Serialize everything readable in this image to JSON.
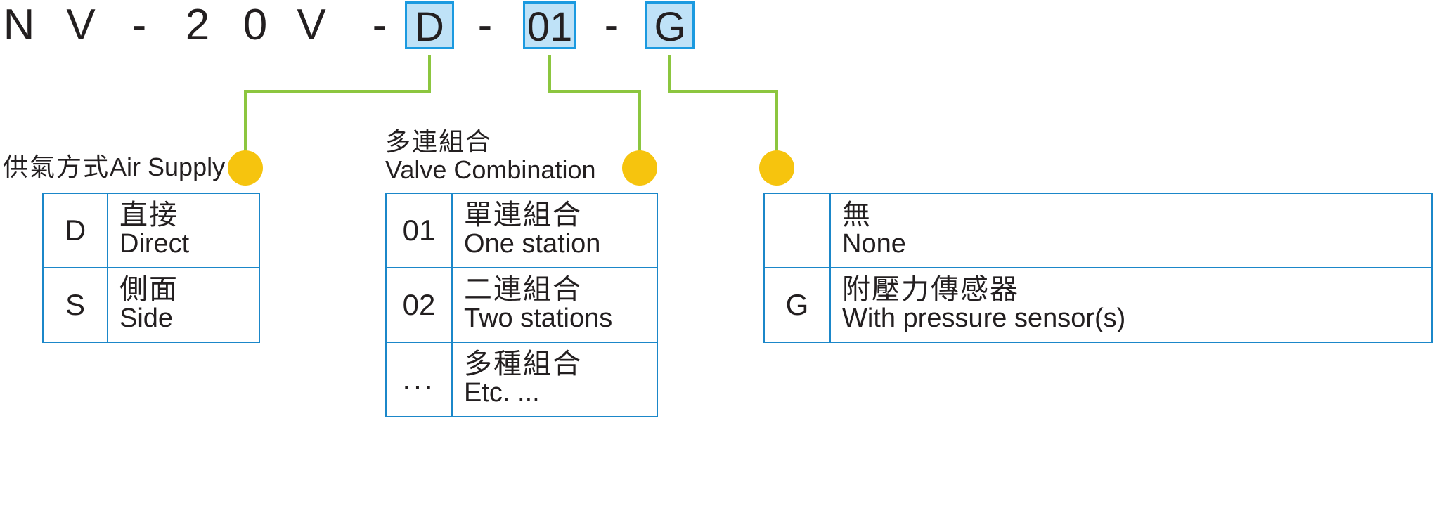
{
  "diagram": {
    "title": "NV-20V Model Code Ordering Diagram",
    "accent_blue": "#1b9ae0",
    "box_fill": "#bfe2f7",
    "table_border": "#1b87c9",
    "leader_green": "#8cc63f",
    "dot_yellow": "#f6c40e",
    "text_color": "#231f20"
  },
  "model_code": {
    "segments": [
      {
        "text": "N",
        "highlighted": false
      },
      {
        "text": "V",
        "highlighted": false
      },
      {
        "text": "-",
        "highlighted": false
      },
      {
        "text": "2",
        "highlighted": false
      },
      {
        "text": "0",
        "highlighted": false
      },
      {
        "text": "V",
        "highlighted": false
      },
      {
        "text": "-",
        "highlighted": false
      },
      {
        "text": "D",
        "highlighted": true
      },
      {
        "text": "-",
        "highlighted": false
      },
      {
        "text": "01",
        "highlighted": true
      },
      {
        "text": "-",
        "highlighted": false
      },
      {
        "text": "G",
        "highlighted": true
      }
    ]
  },
  "groups": [
    {
      "id": "air-supply",
      "label_cn": "供氣方式",
      "label_en": "Air Supply",
      "label_inline": true,
      "rows": [
        {
          "code": "D",
          "cn": "直接",
          "en": "Direct"
        },
        {
          "code": "S",
          "cn": "側面",
          "en": "Side"
        }
      ]
    },
    {
      "id": "valve-combination",
      "label_cn": "多連組合",
      "label_en": "Valve Combination",
      "label_inline": false,
      "rows": [
        {
          "code": "01",
          "cn": "單連組合",
          "en": "One station"
        },
        {
          "code": "02",
          "cn": "二連組合",
          "en": "Two stations"
        },
        {
          "code": "...",
          "cn": "多種組合",
          "en": "Etc. ..."
        }
      ]
    },
    {
      "id": "pressure-sensor",
      "label_cn": "",
      "label_en": "",
      "label_inline": false,
      "rows": [
        {
          "code": "",
          "cn": "無",
          "en": "None"
        },
        {
          "code": "G",
          "cn": "附壓力傳感器",
          "en": "With pressure sensor(s)"
        }
      ]
    }
  ]
}
